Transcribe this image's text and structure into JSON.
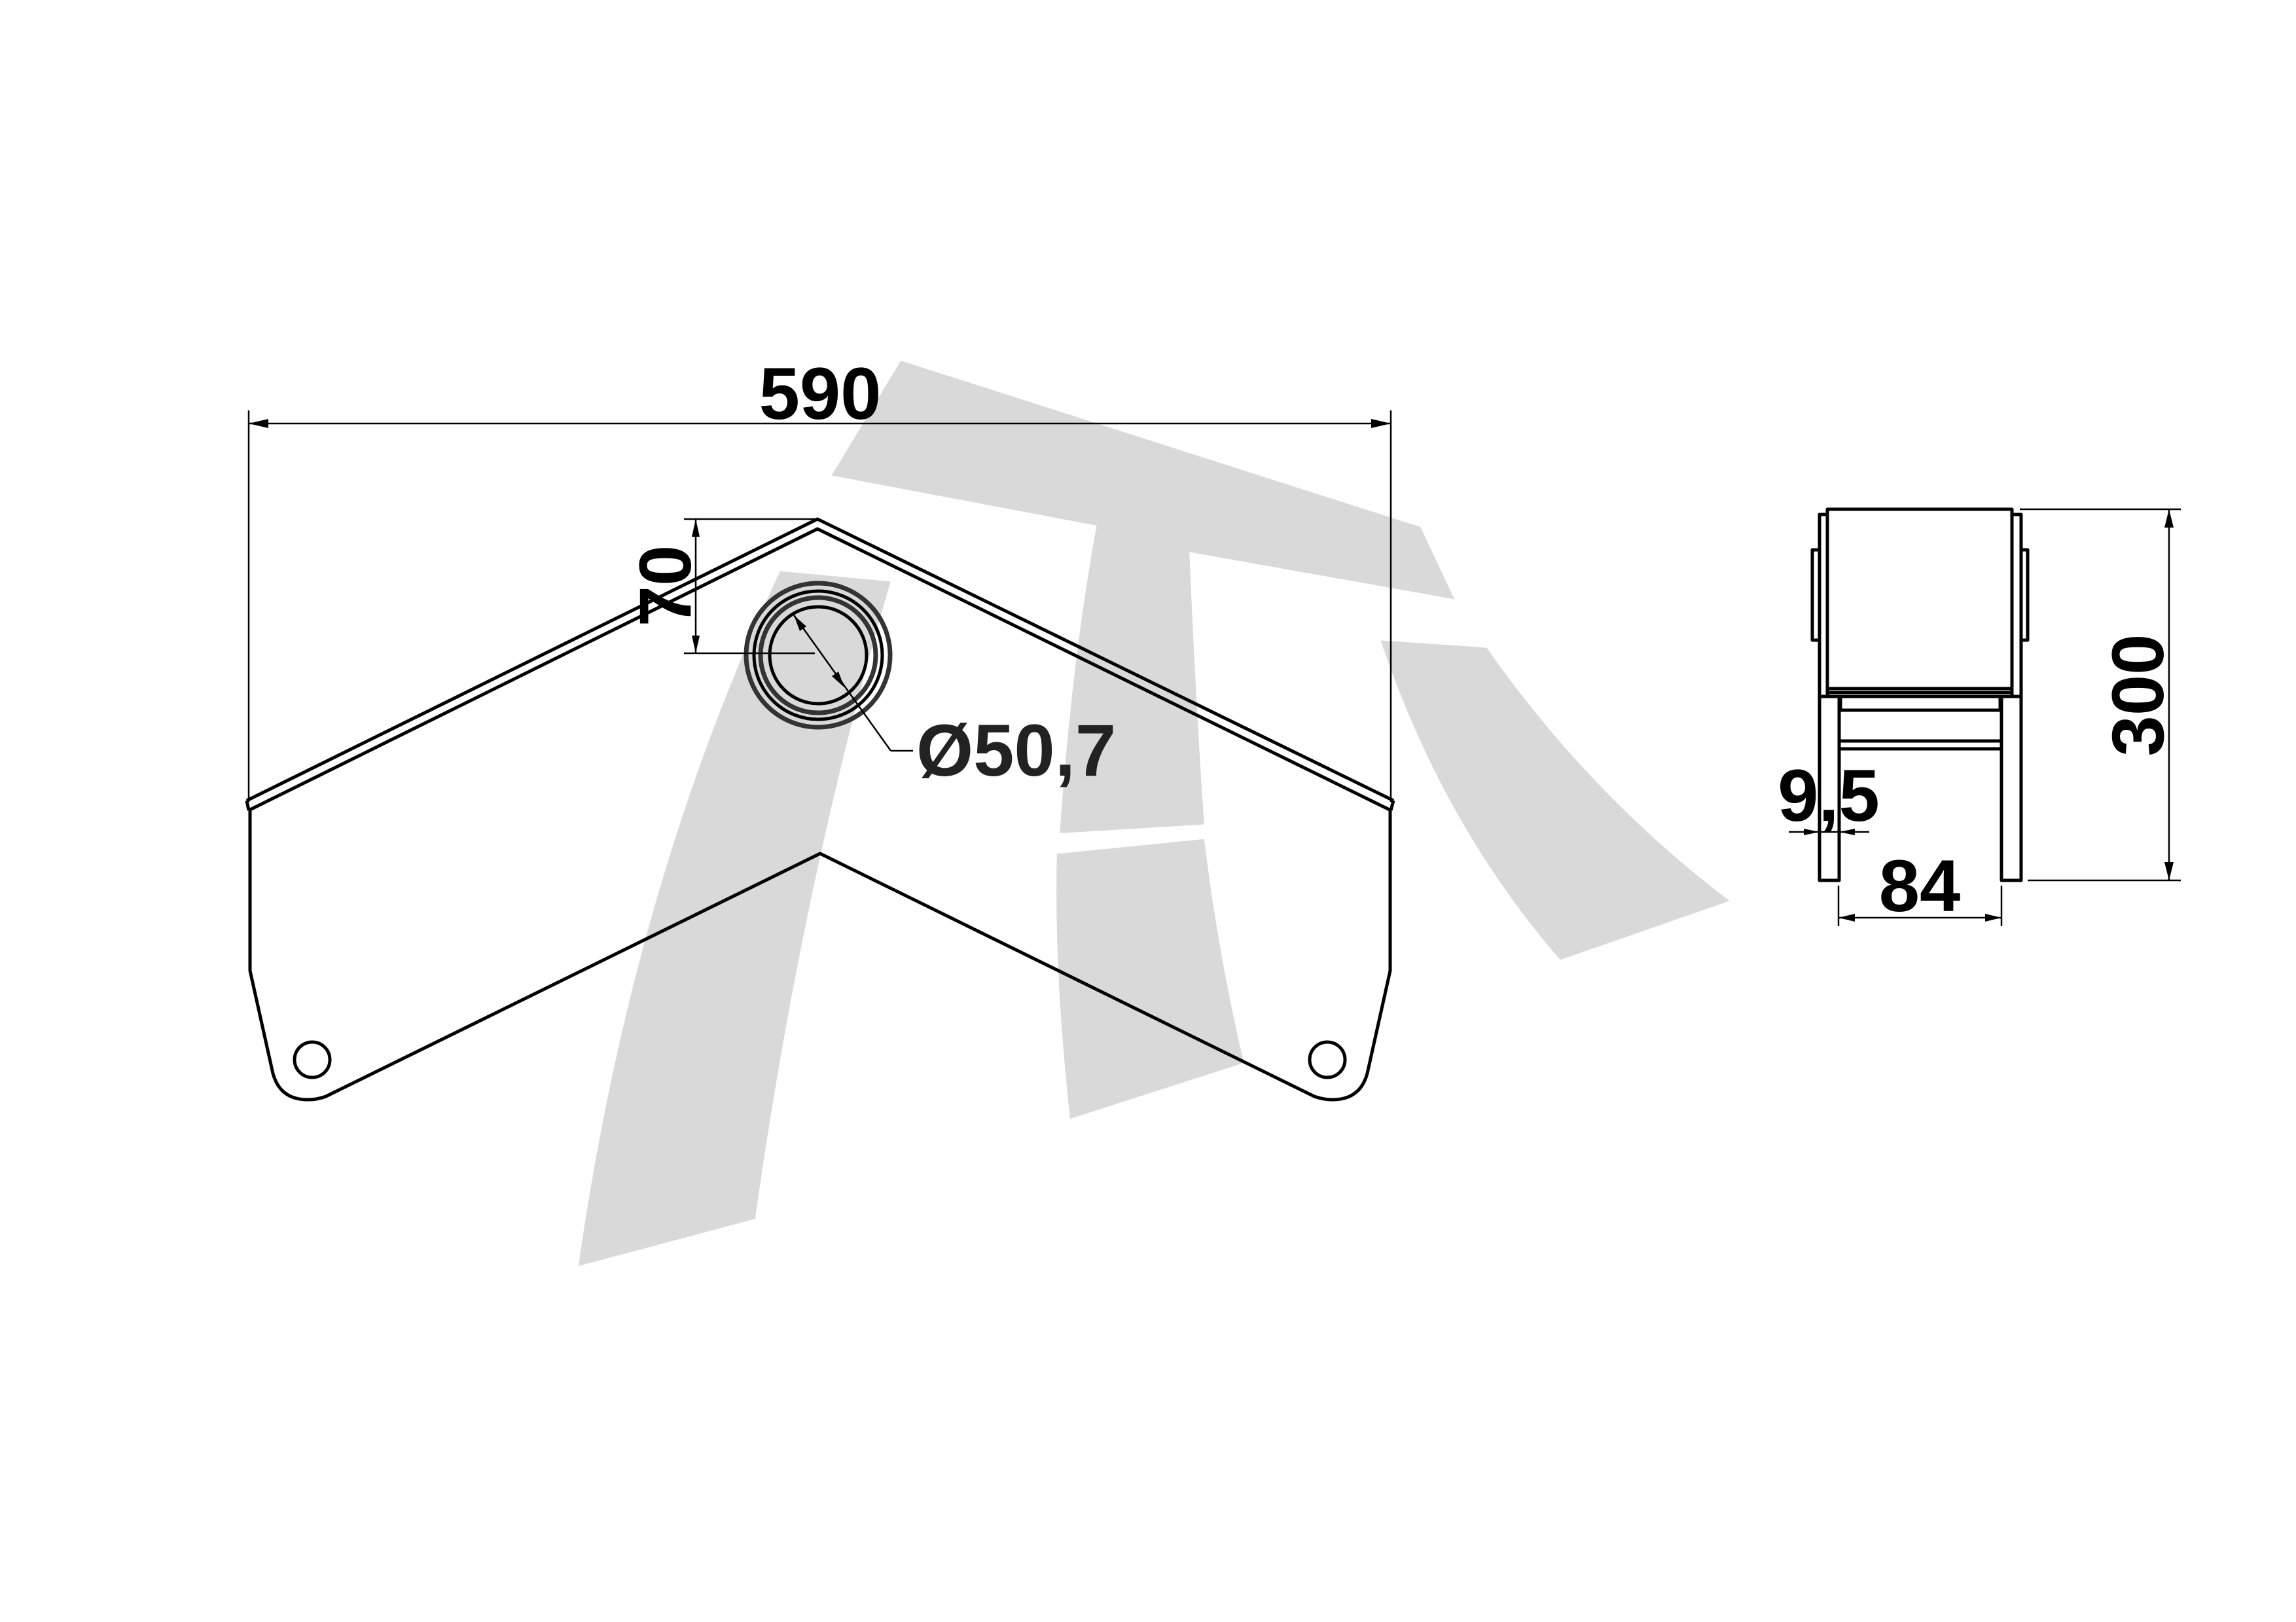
{
  "drawing": {
    "front_view": {
      "width_dimension": "590",
      "height_dimension": "70",
      "bore_diameter": "Ø50,7"
    },
    "side_view": {
      "height_dimension": "300",
      "plate_thickness": "9,5",
      "inner_width": "84"
    },
    "colors": {
      "line": "#000000",
      "watermark": "#d9d9d9",
      "background": "#ffffff"
    }
  }
}
